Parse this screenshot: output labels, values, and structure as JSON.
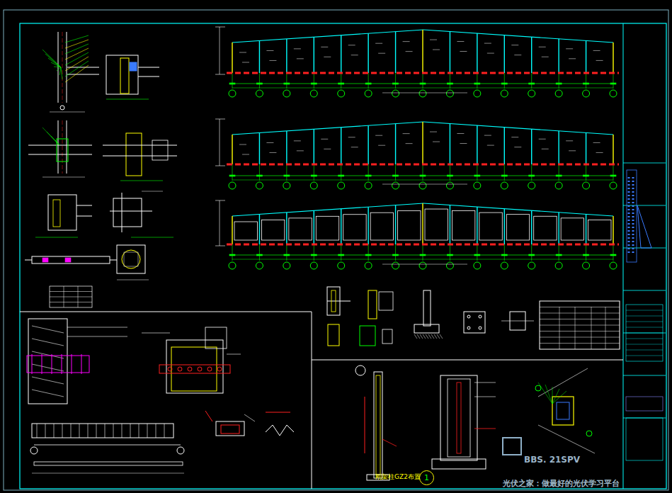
{
  "diagram": {
    "nodes": [
      {
        "text": [
          "1"
        ]
      }
    ],
    "labels": [
      "刚架柱GZ2布置图",
      "BBS. 21SPV",
      "光伏之家：做最好的光伏学习平台"
    ]
  }
}
